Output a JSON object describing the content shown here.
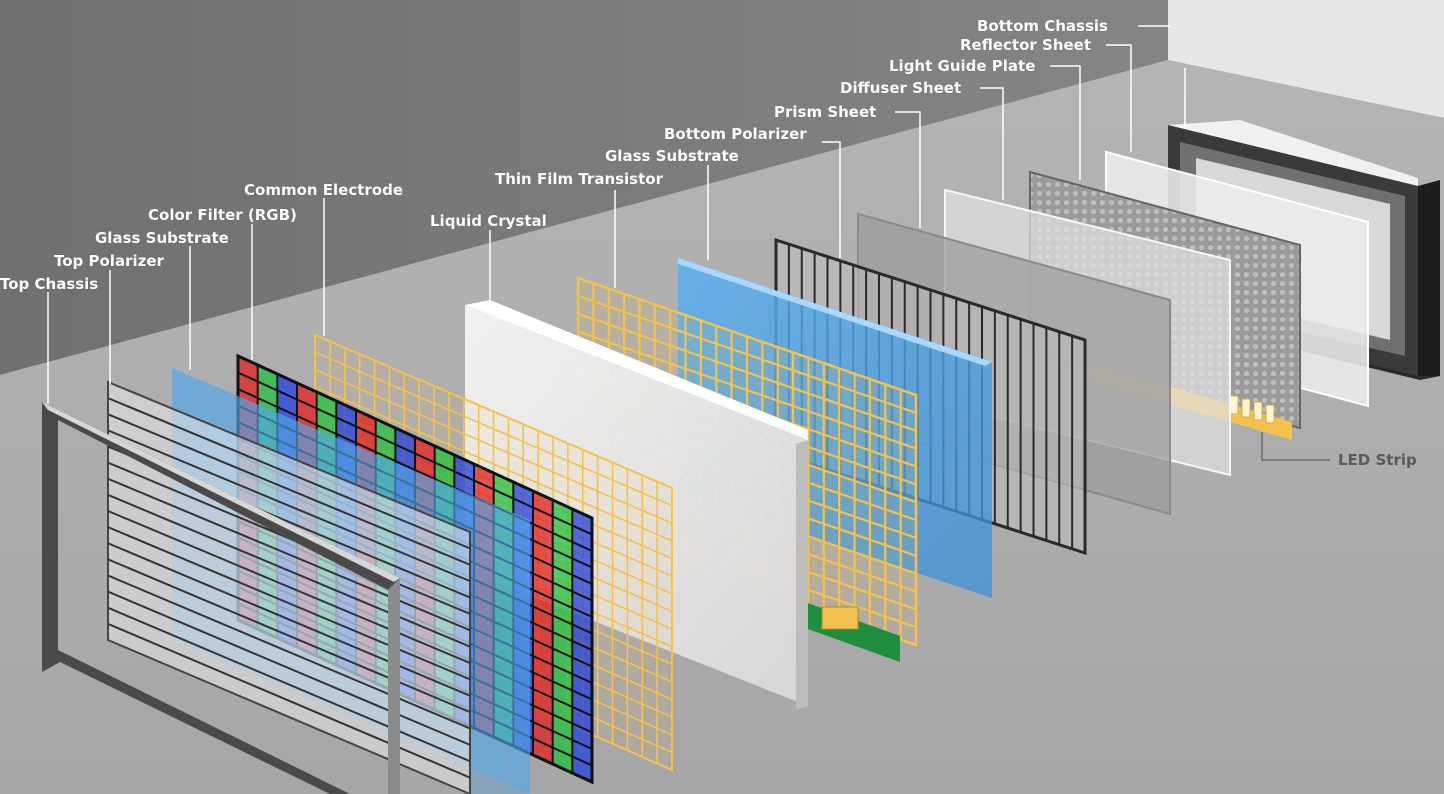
{
  "diagram": {
    "type": "exploded-view",
    "layers": [
      "Top Chassis",
      "Top Polarizer",
      "Glass Substrate",
      "Color Filter (RGB)",
      "Common Electrode",
      "Liquid Crystal",
      "Thin Film Transistor",
      "Glass Substrate",
      "Bottom Polarizer",
      "Prism Sheet",
      "Diffuser Sheet",
      "Light Guide Plate",
      "Reflector Sheet",
      "Bottom Chassis"
    ],
    "side_label": "LED Strip",
    "colors": {
      "background_wall": "#7a7a7a",
      "floor": "#a9a9a9",
      "label_text": "#ffffff",
      "side_label_text": "#5a5a5a",
      "glass_blue": "#4aa3e6",
      "transistor_gold": "#f2c14e",
      "filter_red": "#e02020",
      "filter_green": "#20c040",
      "filter_blue": "#2040e0"
    }
  }
}
